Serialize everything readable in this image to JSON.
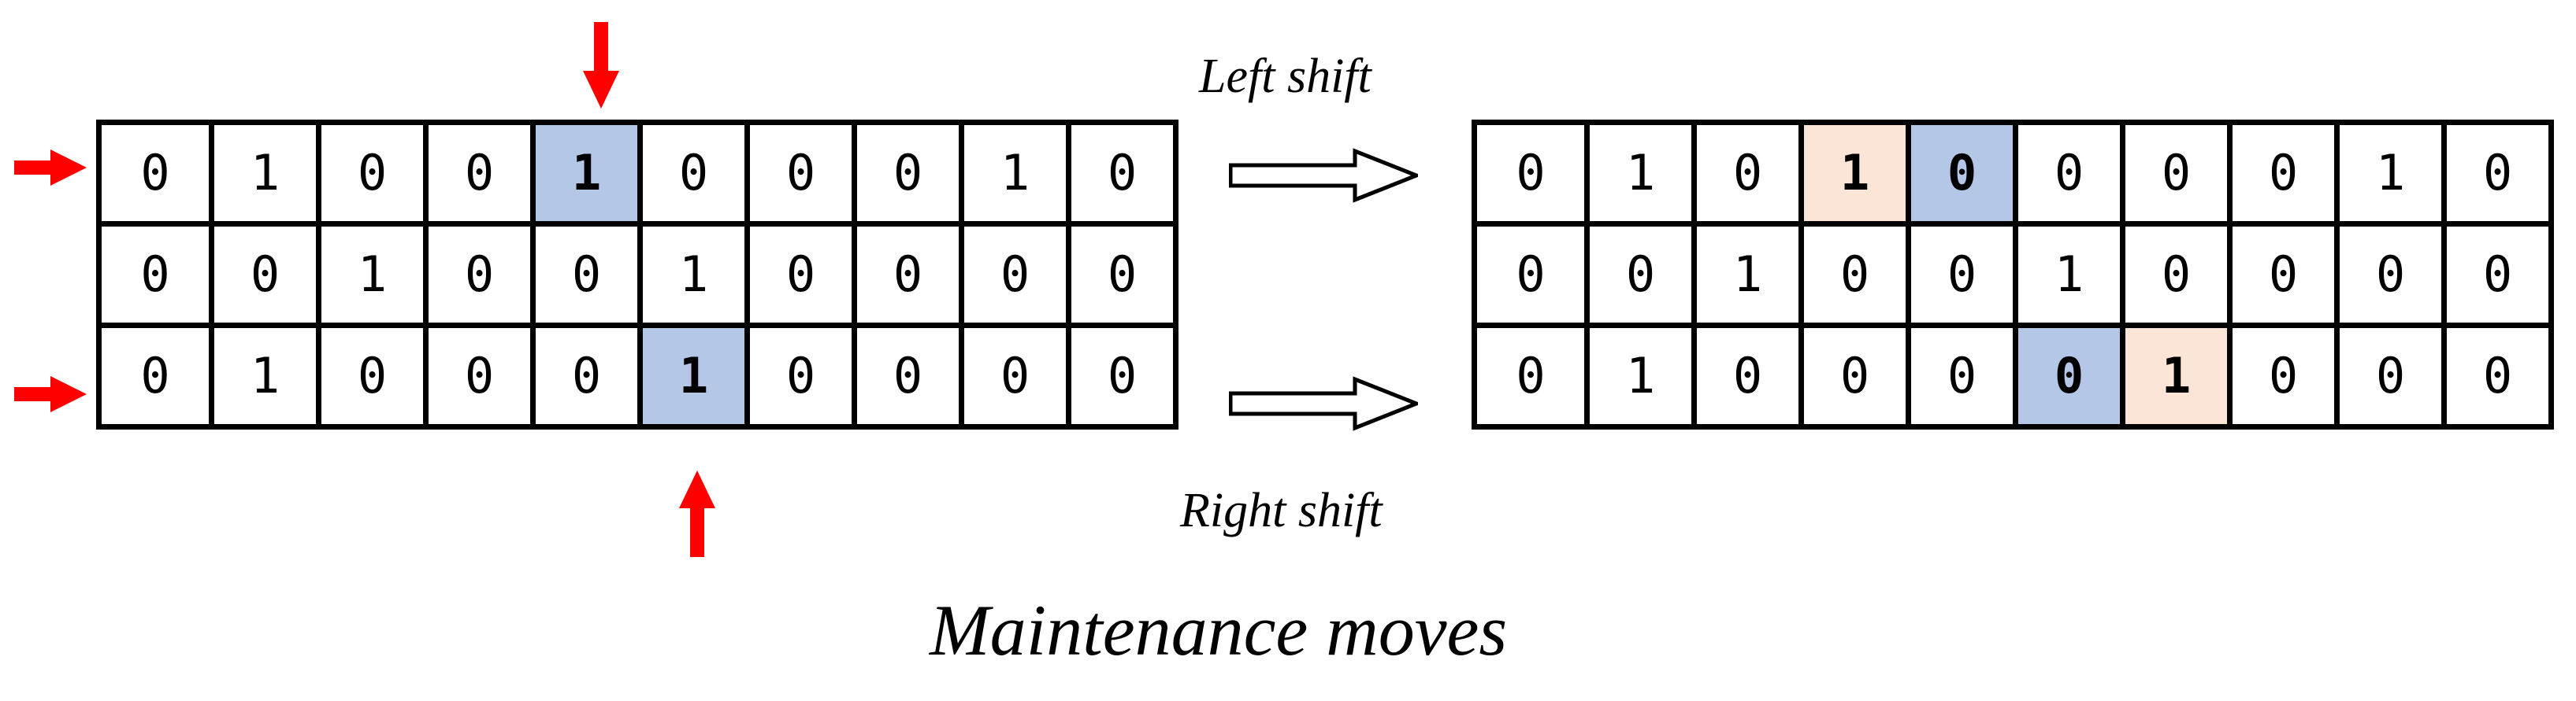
{
  "diagram": {
    "caption": "Maintenance moves",
    "labels": {
      "left_shift": "Left shift",
      "right_shift": "Right shift"
    },
    "colors": {
      "highlight_blue": "#b4c7e7",
      "highlight_peach": "#fce4d6",
      "arrow_red": "#ff0000",
      "grid_line": "#000000",
      "background": "#ffffff"
    }
  },
  "chart_data": {
    "type": "table",
    "title": "Maintenance moves",
    "rows": 3,
    "columns": 10,
    "grids": [
      {
        "name": "before",
        "position": "left",
        "rows": [
          {
            "index": 0,
            "values": [
              "0",
              "1",
              "0",
              "0",
              "1",
              "0",
              "0",
              "0",
              "1",
              "0"
            ],
            "highlights": [
              {
                "col": 4,
                "style": "blue"
              }
            ]
          },
          {
            "index": 1,
            "values": [
              "0",
              "0",
              "1",
              "0",
              "0",
              "1",
              "0",
              "0",
              "0",
              "0"
            ],
            "highlights": []
          },
          {
            "index": 2,
            "values": [
              "0",
              "1",
              "0",
              "0",
              "0",
              "1",
              "0",
              "0",
              "0",
              "0"
            ],
            "highlights": [
              {
                "col": 5,
                "style": "blue"
              }
            ]
          }
        ]
      },
      {
        "name": "after",
        "position": "right",
        "rows": [
          {
            "index": 0,
            "values": [
              "0",
              "1",
              "0",
              "1",
              "0",
              "0",
              "0",
              "0",
              "1",
              "0"
            ],
            "highlights": [
              {
                "col": 3,
                "style": "peach"
              },
              {
                "col": 4,
                "style": "blue"
              }
            ]
          },
          {
            "index": 1,
            "values": [
              "0",
              "0",
              "1",
              "0",
              "0",
              "1",
              "0",
              "0",
              "0",
              "0"
            ],
            "highlights": []
          },
          {
            "index": 2,
            "values": [
              "0",
              "1",
              "0",
              "0",
              "0",
              "0",
              "1",
              "0",
              "0",
              "0"
            ],
            "highlights": [
              {
                "col": 5,
                "style": "blue"
              },
              {
                "col": 6,
                "style": "peach"
              }
            ]
          }
        ]
      }
    ],
    "annotations": [
      {
        "name": "row-1-selector",
        "type": "arrow-right",
        "target": "left grid row 1"
      },
      {
        "name": "row-3-selector",
        "type": "arrow-right",
        "target": "left grid row 3"
      },
      {
        "name": "column-5-selector",
        "type": "arrow-down",
        "target": "left grid row 1 column 5"
      },
      {
        "name": "column-6-selector",
        "type": "arrow-up",
        "target": "left grid row 3 column 6"
      },
      {
        "name": "left-shift-transform",
        "type": "arrow-hollow-right",
        "label": "Left shift"
      },
      {
        "name": "right-shift-transform",
        "type": "arrow-hollow-right",
        "label": "Right shift"
      }
    ]
  }
}
